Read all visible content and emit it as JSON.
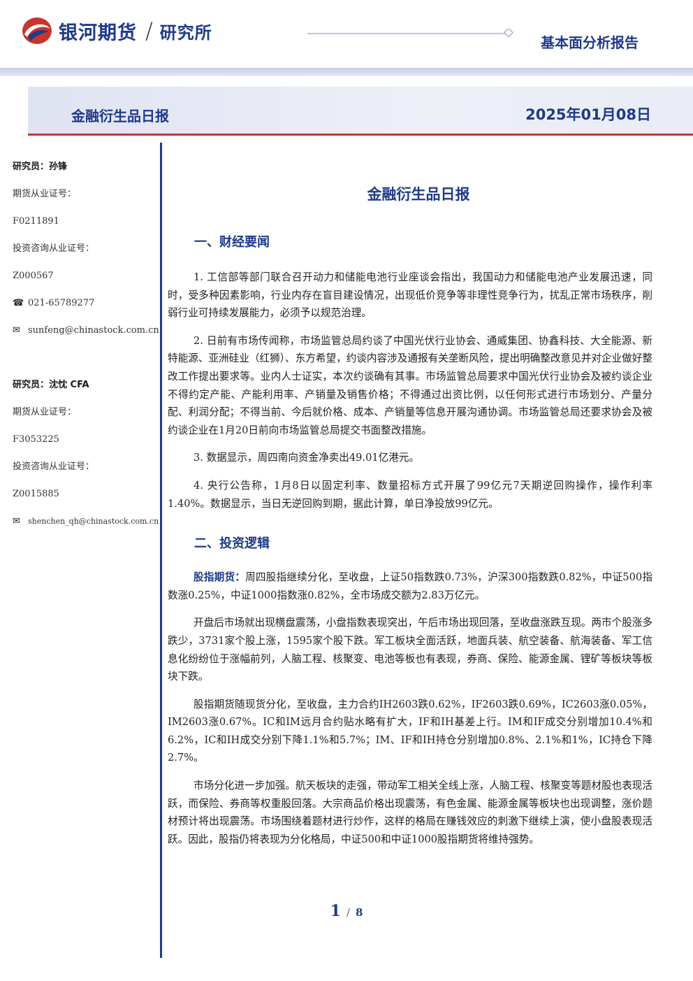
{
  "header": {
    "company": "银河期货",
    "institute": "研究所",
    "report_type": "基本面分析报告"
  },
  "title_bar": {
    "left": "金融衍生品日报",
    "right": "2025年01月08日"
  },
  "sidebar": {
    "analyst1": {
      "name": "研究员：孙锋",
      "futures_cert_label": "期货从业证号：",
      "futures_cert": "F0211891",
      "consult_cert_label": "投资咨询从业证号：",
      "consult_cert": "Z000567",
      "phone": "021-65789277",
      "email": "sunfeng@chinastock.com.cn"
    },
    "analyst2": {
      "name": "研究员：沈忱 CFA",
      "futures_cert_label": "期货从业证号：",
      "futures_cert": "F3053225",
      "consult_cert_label": "投资咨询从业证号：",
      "consult_cert": "Z0015885",
      "email": "shenchen_qh@chinastock.com.cn"
    }
  },
  "main": {
    "title": "金融衍生品日报",
    "section1": {
      "heading": "一、财经要闻",
      "paragraphs": [
        "1. 工信部等部门联合召开动力和储能电池行业座谈会指出，我国动力和储能电池产业发展迅速，同时，受多种因素影响，行业内存在盲目建设情况，出现低价竞争等非理性竞争行为，扰乱正常市场秩序，削弱行业可持续发展能力，必须予以规范治理。",
        "2. 日前有市场传闻称，市场监管总局约谈了中国光伏行业协会、通威集团、协鑫科技、大全能源、新特能源、亚洲硅业（红狮）、东方希望，约谈内容涉及通报有关垄断风险，提出明确整改意见并对企业做好整改工作提出要求等。业内人士证实，本次约谈确有其事。市场监管总局要求中国光伏行业协会及被约谈企业不得约定产能、产能利用率、产销量及销售价格；不得通过出资比例，以任何形式进行市场划分、产量分配、利润分配；不得当前、今后就价格、成本、产销量等信息开展沟通协调。市场监管总局还要求协会及被约谈企业在1月20日前向市场监管总局提交书面整改措施。",
        "3. 数据显示，周四南向资金净卖出49.01亿港元。",
        "4. 央行公告称，1月8日以固定利率、数量招标方式开展了99亿元7天期逆回购操作，操作利率1.40%。数据显示，当日无逆回购到期，据此计算，单日净投放99亿元。"
      ]
    },
    "section2": {
      "heading": "二、投资逻辑",
      "lead_label": "股指期货：",
      "lead_text": "周四股指继续分化，至收盘，上证50指数跌0.73%，沪深300指数跌0.82%，中证500指数涨0.25%，中证1000指数涨0.82%，全市场成交额为2.83万亿元。",
      "paragraphs": [
        "开盘后市场就出现横盘震荡，小盘指数表现突出，午后市场出现回落，至收盘涨跌互现。两市个股涨多跌少，3731家个股上涨，1595家个股下跌。军工板块全面活跃，地面兵装、航空装备、航海装备、军工信息化纷纷位于涨幅前列，人脑工程、核聚变、电池等板也有表现，券商、保险、能源金属、锂矿等板块等板块下跌。",
        "股指期货随现货分化，至收盘，主力合约IH2603跌0.62%，IF2603跌0.69%，IC2603涨0.05%，IM2603涨0.67%。IC和IM远月合约贴水略有扩大，IF和IH基差上行。IM和IF成交分别增加10.4%和6.2%，IC和IH成交分别下降1.1%和5.7%；IM、IF和IH持仓分别增加0.8%、2.1%和1%，IC持仓下降2.7%。",
        "市场分化进一步加强。航天板块的走强，带动军工相关全线上涨，人脑工程、核聚变等题材股也表现活跃，而保险、券商等权重股回落。大宗商品价格出现震荡，有色金属、能源金属等板块也出现调整，涨价题材预计将出现震荡。市场围绕着题材进行炒作，这样的格局在赚钱效应的刺激下继续上演，使小盘股表现活跃。因此，股指仍将表现为分化格局，中证500和中证1000股指期货将维持强势。"
      ]
    }
  },
  "footer": {
    "current_page": "1",
    "separator": "/",
    "total_pages": "8"
  },
  "icons": {
    "phone": "phone-icon",
    "email": "mail-icon"
  },
  "colors": {
    "brand_blue": "#1f3a8a",
    "accent_red": "#c8352f"
  }
}
